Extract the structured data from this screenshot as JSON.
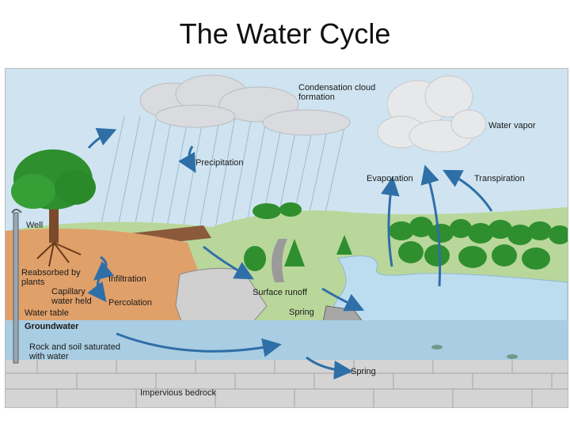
{
  "title": "The Water Cycle",
  "labels": {
    "condensation": "Condensation cloud formation",
    "water_vapor": "Water vapor",
    "precipitation": "Precipitation",
    "evaporation": "Evaporation",
    "transpiration": "Transpiration",
    "well": "Well",
    "reabsorbed": "Reabsorbed by plants",
    "infiltration": "Infiltration",
    "capillary": "Capillary water held",
    "percolation": "Percolation",
    "water_table": "Water table",
    "groundwater": "Groundwater",
    "rock_soil": "Rock and soil saturated with water",
    "surface_runoff": "Surface runoff",
    "spring_upper": "Spring",
    "spring_lower": "Spring",
    "impervious": "Impervious bedrock"
  },
  "colors": {
    "sky": "#cfe4f0",
    "cloud": "#d9dbde",
    "hill": "#b9d79a",
    "soil": "#e0a06a",
    "groundwater": "#a9cde2",
    "bedrock": "#d4d4d4",
    "arrow": "#2f6fa8",
    "tree": "#2f8f2f"
  },
  "icons": [
    "cloud-icon",
    "tree-icon",
    "well-icon",
    "rain-icon",
    "fish-icon"
  ]
}
